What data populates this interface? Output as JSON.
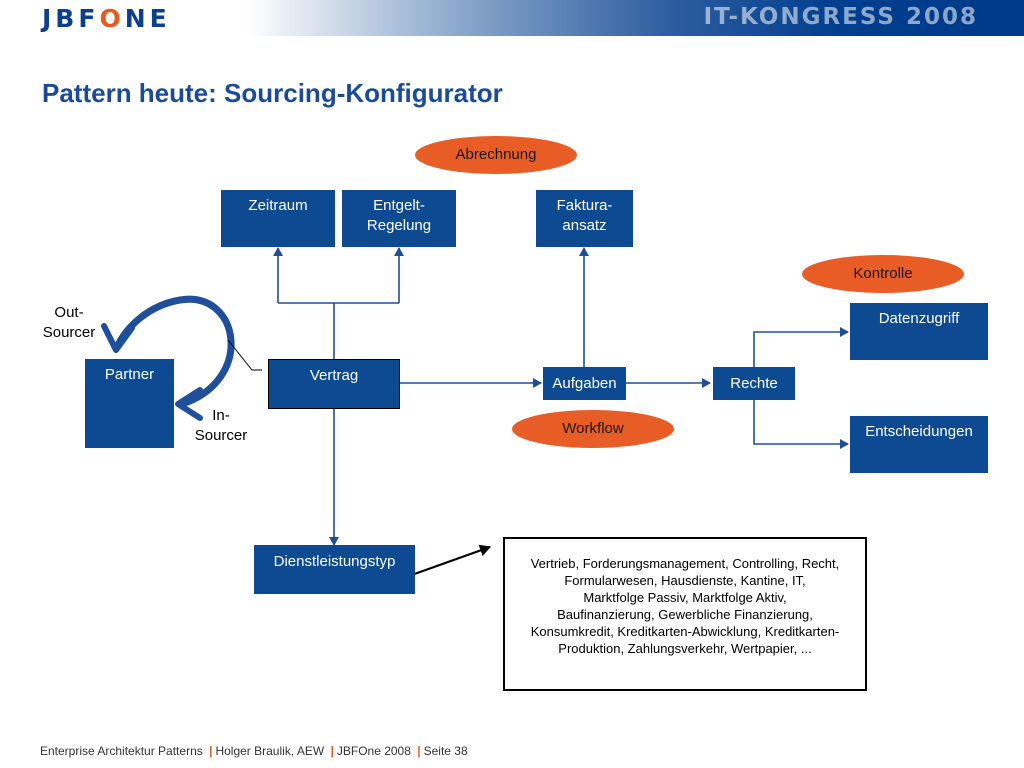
{
  "header": {
    "logo_text": "JBFONE",
    "logo_letters": [
      "JBF",
      "O",
      "NE"
    ],
    "congress": "IT-KONGRESS 2008"
  },
  "title": "Pattern heute: Sourcing-Konfigurator",
  "nodes": {
    "zeitraum": "Zeitraum",
    "entgelt": [
      "Entgelt-",
      "Regelung"
    ],
    "faktura": [
      "Faktura-",
      "ansatz"
    ],
    "partner": "Partner",
    "vertrag": "Vertrag",
    "aufgaben": "Aufgaben",
    "rechte": "Rechte",
    "datenzugriff": "Datenzugriff",
    "entscheidungen": "Entscheidungen",
    "dienstleistungstyp": "Dienstleistungstyp"
  },
  "ovals": {
    "abrechnung": "Abrechnung",
    "kontrolle": "Kontrolle",
    "workflow": "Workflow"
  },
  "labels": {
    "out_sourcer": [
      "Out-",
      "Sourcer"
    ],
    "in_sourcer": [
      "In-",
      "Sourcer"
    ]
  },
  "info_lines": [
    "Vertrieb, Forderungsmanagement, Controlling, Recht,",
    "Formularwesen, Hausdienste, Kantine,  IT,",
    "Marktfolge Passiv,  Marktfolge Aktiv,",
    "Baufinanzierung, Gewerbliche Finanzierung,",
    "Konsumkredit, Kreditkarten-Abwicklung, Kreditkarten-",
    "Produktion, Zahlungsverkehr, Wertpapier, ..."
  ],
  "footer": {
    "part1": "Enterprise Architektur Patterns",
    "part2": "Holger Braulik, AEW",
    "part3": "JBFOne 2008",
    "part4": "Seite 38",
    "separator": "|"
  },
  "colors": {
    "box": "#0d4a92",
    "oval": "#e85c25",
    "title": "#1a4b9a",
    "line": "#1f4f9a"
  }
}
